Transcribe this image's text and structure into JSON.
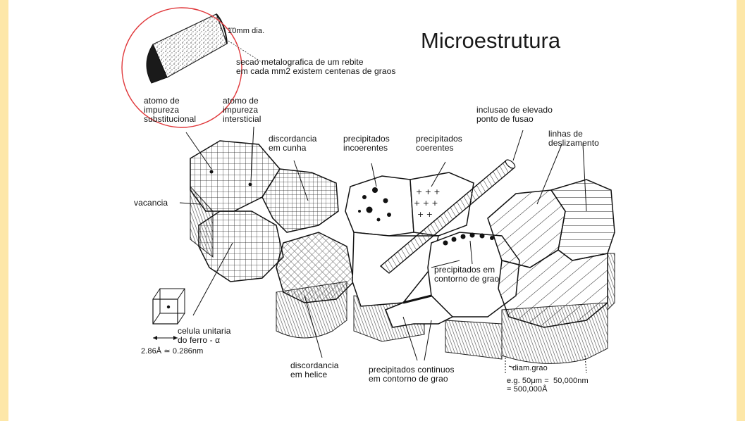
{
  "title": "Microestrutura",
  "colors": {
    "page_border": "#fde7a8",
    "slide_bg": "#ffffff",
    "ink": "#111111",
    "highlight_circle": "#e0383b"
  },
  "labels": {
    "rivet_dia": "10mm dia.",
    "rivet_caption": "secao metalografica de um rebite\nem cada mm2 existem centenas de graos",
    "substitutional": "atomo de\nimpureza\nsubstitucional",
    "interstitial": "atomo de\nimpureza\nintersticial",
    "edge_dislocation": "discordancia\nem cunha",
    "incoherent": "precipitados\nincoerentes",
    "coherent": "precipitados\ncoerentes",
    "inclusion": "inclusao de elevado\nponto de fusao",
    "slip_lines": "linhas de\ndeslizamento",
    "vacancy": "vacancia",
    "boundary_precipitates": "precipitados em\ncontorno de grao",
    "unit_cell": "celula unitaria\ndo ferro - α",
    "lattice_param": "2.86Å ≃ 0.286nm",
    "screw_dislocation": "discordancia\nem helice",
    "continuous_precipitates": "precipitados continuos\nem contorno de grao",
    "grain_diameter": "diam.grao",
    "grain_example": "e.g. 50μm =  50,000nm\n= 500,000Å"
  }
}
